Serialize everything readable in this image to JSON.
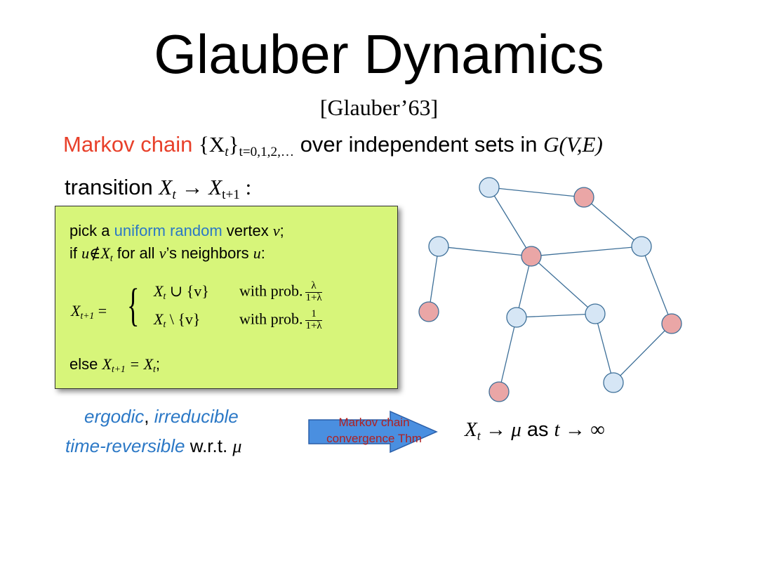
{
  "title": "Glauber Dynamics",
  "citation": "[Glauber’63]",
  "chain_line": {
    "markov_chain": "Markov chain",
    "set_open": "{X",
    "set_sub_t": "t",
    "set_close": "}",
    "index": "t=0,1,2,…",
    "over_text": " over independent sets in ",
    "graph": "G(V,E)"
  },
  "transition": {
    "label": "transition ",
    "x": "X",
    "t": "t",
    "arrow": " → ",
    "t1": "t+1",
    "colon": " :"
  },
  "box": {
    "l1_pre": "pick a ",
    "l1_blue": "uniform random",
    "l1_mid": " vertex ",
    "l1_v": "v",
    "l1_end": ";",
    "l2_pre": "if ",
    "l2_u": "u",
    "l2_notin": "∉X",
    "l2_t": "t",
    "l2_mid": " for all ",
    "l2_v": "v",
    "l2_mid2": "’s neighbors ",
    "l2_u2": "u",
    "l2_end": ":",
    "lhs_x": "X",
    "lhs_sub": "t+1",
    "lhs_eq": " =",
    "brace": "{",
    "case1": "X",
    "case1_sub": "t",
    "case1_op": " ∪ {v}",
    "case2": "X",
    "case2_sub": "t",
    "case2_op": " \\ {v}",
    "with_prob": "with prob.",
    "frac1_num": "λ",
    "frac1_den": "1+λ",
    "frac2_num": "1",
    "frac2_den": "1+λ",
    "l4_pre": "else ",
    "l4_x": "X",
    "l4_sub": "t+1",
    "l4_eq": " = X",
    "l4_sub2": "t",
    "l4_end": ";"
  },
  "ergodic": {
    "ergodic": "ergodic",
    "comma": ",",
    "irreducible": "irreducible",
    "time_rev": "time-reversible",
    "wrt": " w.r.t. ",
    "mu": "μ"
  },
  "arrow": {
    "line1": "Markov chain",
    "line2": "convergence Thm",
    "fill": "#4a8fe0"
  },
  "result": {
    "x": "X",
    "t": "t",
    "arrow": " → ",
    "mu": "μ",
    "as": " as ",
    "t2": "t",
    "inf": " → ∞"
  },
  "graph": {
    "colors": {
      "blue_node": "#d6e6f5",
      "red_node": "#eaa6a6",
      "edge": "#3d6f98"
    },
    "nodes": [
      {
        "id": "n1",
        "color": "blue"
      },
      {
        "id": "n2",
        "color": "red"
      },
      {
        "id": "n3",
        "color": "blue"
      },
      {
        "id": "n4",
        "color": "red"
      },
      {
        "id": "n5",
        "color": "blue"
      },
      {
        "id": "n6",
        "color": "red"
      },
      {
        "id": "n7",
        "color": "blue"
      },
      {
        "id": "n8",
        "color": "blue"
      },
      {
        "id": "n9",
        "color": "red"
      },
      {
        "id": "n10",
        "color": "red"
      },
      {
        "id": "n11",
        "color": "blue"
      }
    ],
    "edges": [
      [
        "n1",
        "n2"
      ],
      [
        "n1",
        "n4"
      ],
      [
        "n2",
        "n5"
      ],
      [
        "n3",
        "n4"
      ],
      [
        "n4",
        "n5"
      ],
      [
        "n3",
        "n6"
      ],
      [
        "n4",
        "n7"
      ],
      [
        "n4",
        "n8"
      ],
      [
        "n7",
        "n8"
      ],
      [
        "n5",
        "n9"
      ],
      [
        "n7",
        "n10"
      ],
      [
        "n8",
        "n11"
      ],
      [
        "n9",
        "n11"
      ]
    ]
  }
}
